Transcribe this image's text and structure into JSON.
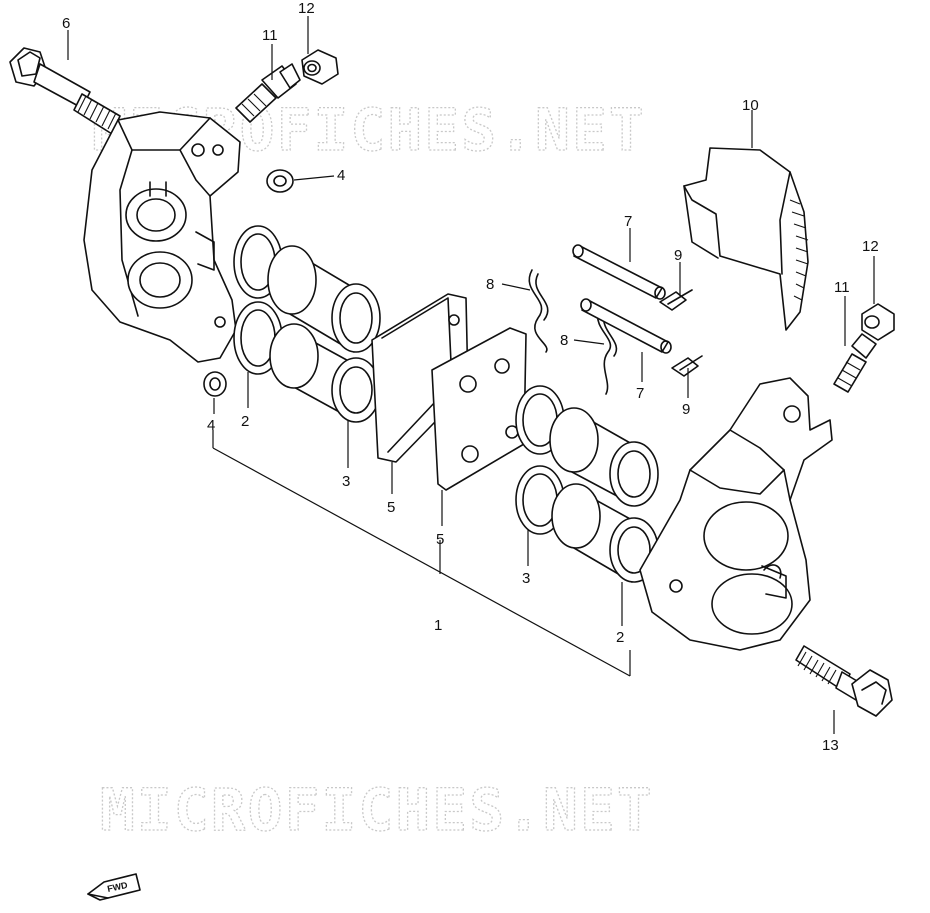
{
  "watermark": {
    "text": "MICROFICHES.NET"
  },
  "fwd": {
    "label": "FWD"
  },
  "callouts": [
    {
      "id": "c6",
      "label": "6"
    },
    {
      "id": "c11a",
      "label": "11"
    },
    {
      "id": "c12a",
      "label": "12"
    },
    {
      "id": "c4a",
      "label": "4"
    },
    {
      "id": "c10",
      "label": "10"
    },
    {
      "id": "c7a",
      "label": "7"
    },
    {
      "id": "c9a",
      "label": "9"
    },
    {
      "id": "c8a",
      "label": "8"
    },
    {
      "id": "c12b",
      "label": "12"
    },
    {
      "id": "c11b",
      "label": "11"
    },
    {
      "id": "c8b",
      "label": "8"
    },
    {
      "id": "c7b",
      "label": "7"
    },
    {
      "id": "c9b",
      "label": "9"
    },
    {
      "id": "c4b",
      "label": "4"
    },
    {
      "id": "c2a",
      "label": "2"
    },
    {
      "id": "c3a",
      "label": "3"
    },
    {
      "id": "c5a",
      "label": "5"
    },
    {
      "id": "c5b",
      "label": "5"
    },
    {
      "id": "c3b",
      "label": "3"
    },
    {
      "id": "c1",
      "label": "1"
    },
    {
      "id": "c2b",
      "label": "2"
    },
    {
      "id": "c13",
      "label": "13"
    }
  ]
}
